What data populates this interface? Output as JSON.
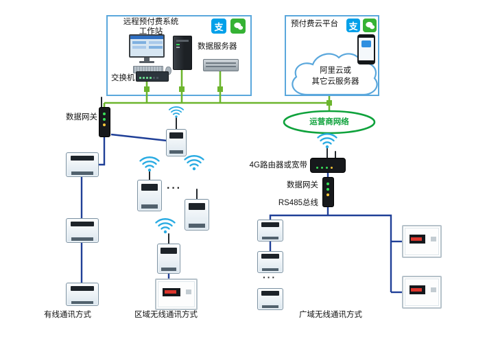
{
  "colors": {
    "box_border": "#5aa7dc",
    "green_line": "#6cb52d",
    "blue_line": "#1f3f97",
    "ellipse_green": "#0fa23c",
    "wifi_blue": "#29abe2",
    "alipay_blue": "#00a0e9",
    "wechat_green": "#35b234"
  },
  "workstation_box": {
    "title_line1": "远程预付费系统",
    "title_line2": "工作站",
    "server_label": "数据服务器",
    "switch_label": "交换机"
  },
  "cloud_box": {
    "title": "预付费云平台",
    "cloud_line1": "阿里云或",
    "cloud_line2": "其它云服务器"
  },
  "operator_network": {
    "label": "运营商网络"
  },
  "wired_branch": {
    "gateway_label": "数据网关",
    "caption": "有线通讯方式"
  },
  "regional_branch": {
    "caption": "区域无线通讯方式",
    "ellipsis": "···"
  },
  "wan_branch": {
    "router_label": "4G路由器或宽带",
    "gateway_label": "数据网关",
    "bus_label": "RS485总线",
    "caption": "广域无线通讯方式",
    "ellipsis": "···"
  },
  "icons": {
    "alipay_glyph": "支"
  }
}
